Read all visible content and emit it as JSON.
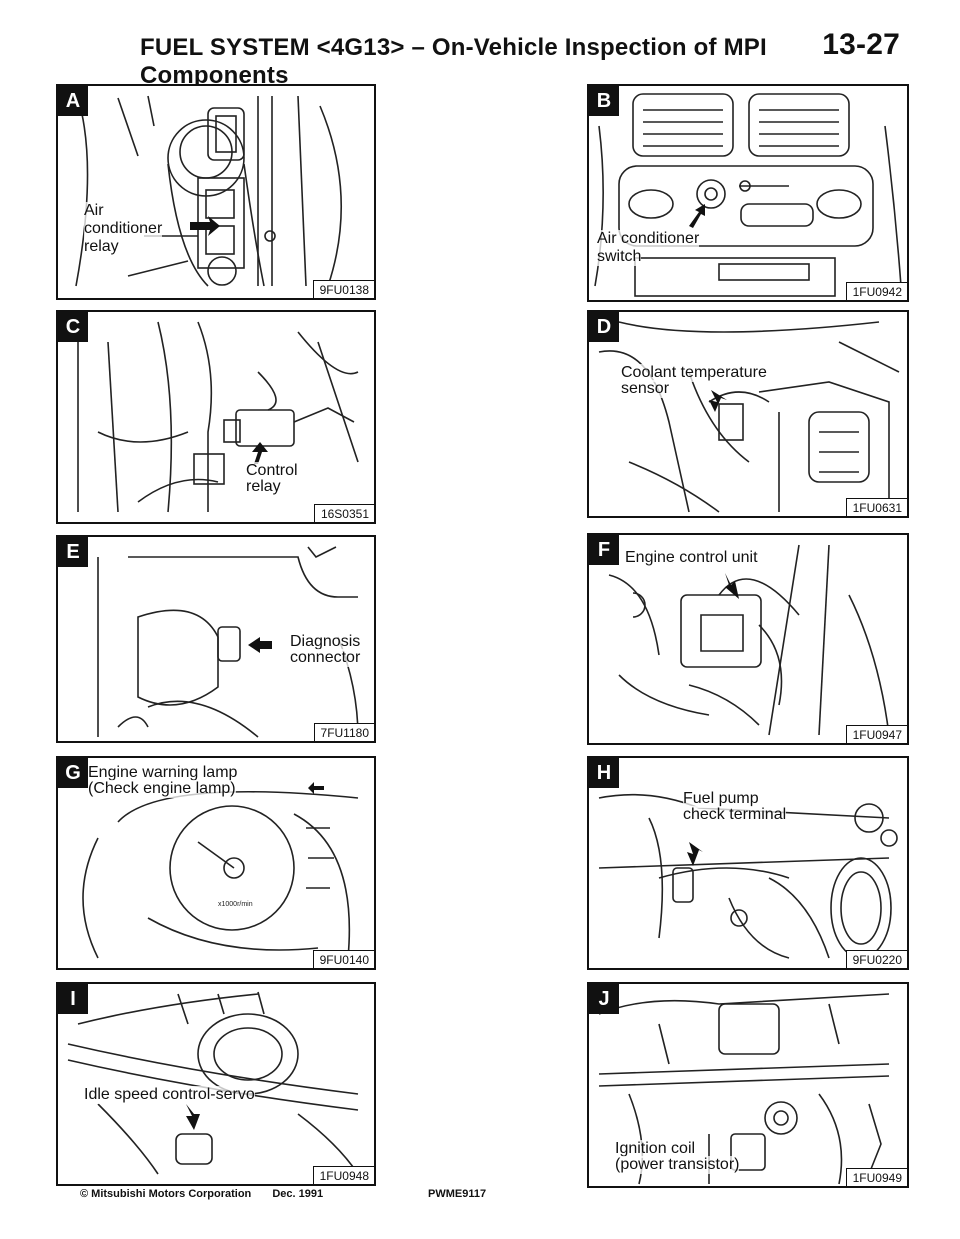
{
  "header": {
    "title": "FUEL SYSTEM <4G13> – On-Vehicle Inspection of MPI Components",
    "page_number": "13-27"
  },
  "panels": {
    "A": {
      "letter": "A",
      "code": "9FU0138",
      "labels": [
        "Air",
        "conditioner",
        "relay"
      ]
    },
    "B": {
      "letter": "B",
      "code": "1FU0942",
      "labels": [
        "Air conditioner",
        "switch"
      ]
    },
    "C": {
      "letter": "C",
      "code": "16S0351",
      "labels": [
        "Control",
        "relay"
      ]
    },
    "D": {
      "letter": "D",
      "code": "1FU0631",
      "labels": [
        "Coolant temperature",
        "sensor"
      ]
    },
    "E": {
      "letter": "E",
      "code": "7FU1180",
      "labels": [
        "Diagnosis",
        "connector"
      ]
    },
    "F": {
      "letter": "F",
      "code": "1FU0947",
      "labels": [
        "Engine control unit"
      ]
    },
    "G": {
      "letter": "G",
      "code": "9FU0140",
      "labels": [
        "Engine warning lamp",
        "(Check engine lamp)"
      ]
    },
    "H": {
      "letter": "H",
      "code": "9FU0220",
      "labels": [
        "Fuel pump",
        "check terminal"
      ]
    },
    "I": {
      "letter": "I",
      "code": "1FU0948",
      "labels": [
        "Idle speed control-servo"
      ]
    },
    "J": {
      "letter": "J",
      "code": "1FU0949",
      "labels": [
        "Ignition coil",
        "(power transistor)"
      ]
    }
  },
  "footer": {
    "copyright": "© Mitsubishi Motors Corporation",
    "date": "Dec. 1991",
    "doc_code": "PWME9117"
  }
}
